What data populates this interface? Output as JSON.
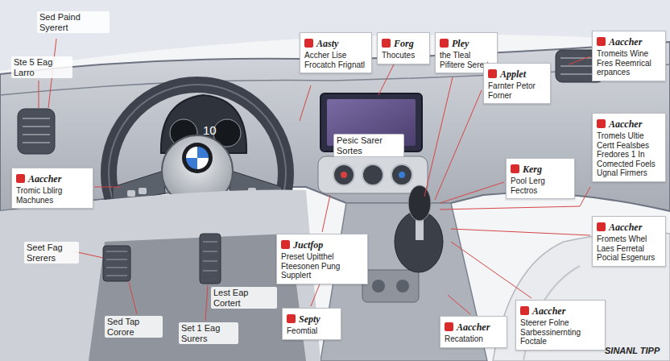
{
  "diagram": {
    "nodes": [
      {
        "text": [
          "Aasty",
          "Accher Lise Frocatch Frignatl"
        ]
      },
      {
        "text": [
          "Forg",
          "Thocutes"
        ]
      },
      {
        "text": [
          "Pley",
          "the Tleal Pifitere Serert"
        ]
      },
      {
        "text": [
          "Aaccher",
          "Tromeits Wine Fres Reemrical erpances"
        ]
      },
      {
        "text": [
          "Applet",
          "Farnter Petor Forner"
        ]
      },
      {
        "text": [
          "Aaccher",
          "Tromels Ultie Certt Fealsbes Fredores 1 In Comected Foels Ugnal Firmers"
        ]
      },
      {
        "text": [
          "Kerg",
          "Pool Lerg Fectros"
        ]
      },
      {
        "text": [
          "Aaccher",
          "Tromic Lblirg Machunes"
        ]
      },
      {
        "text": [
          "Aaccher",
          "Fromets Whel Laes Ferretal Pocial Esgenurs"
        ]
      },
      {
        "text": [
          "Juctfop",
          "Preset Upitthel Fteesonen Pung Supplert"
        ]
      },
      {
        "text": [
          "Aaccher",
          "Steerer Folne Sarbessinernting Foctale"
        ]
      },
      {
        "text": [
          "Septy",
          "Feomtial"
        ]
      },
      {
        "text": [
          "Aaccher",
          "Recatation"
        ]
      }
    ],
    "labels": [
      "Sed Paind Syerert",
      "Ste 5 Eag Larro",
      "10",
      "Pesic Sarer Sortes",
      "Seet Fag Srerers",
      "Lest Eap Cortert",
      "Sed Tap Corore",
      "Set 1 Eag Surers",
      "SINANL TIPP"
    ]
  }
}
